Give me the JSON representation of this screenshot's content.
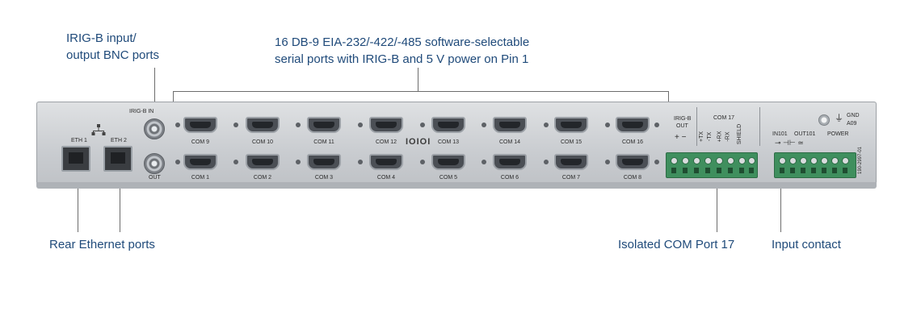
{
  "callouts": {
    "irig": [
      "IRIG-B input/",
      "output BNC ports"
    ],
    "serial": [
      "16 DB-9 EIA-232/-422/-485 software-selectable",
      "serial ports with IRIG-B and 5 V power on Pin 1"
    ],
    "ethernet": "Rear Ethernet ports",
    "com17": "Isolated COM Port 17",
    "input_contact": "Input contact"
  },
  "panel": {
    "eth1": "ETH 1",
    "eth2": "ETH 2",
    "irig_in": "IRIG-B IN",
    "out": "OUT",
    "logo": "IOIOI",
    "irig_b_out": [
      "IRIG-B",
      "OUT"
    ],
    "plus_minus": "+ −",
    "com17_title": "COM 17",
    "com17_pins": [
      "+TX",
      "-TX",
      "+RX",
      "-RX",
      "SHIELD"
    ],
    "in101": "IN101",
    "out101": "OUT101",
    "power": "POWER",
    "gnd": "GND",
    "a09": "A09",
    "part_no": "190-2997-01",
    "top_row": [
      "COM 9",
      "COM 10",
      "COM 11",
      "COM 12",
      "COM 13",
      "COM 14",
      "COM 15",
      "COM 16"
    ],
    "bottom_row": [
      "COM 1",
      "COM 2",
      "COM 3",
      "COM 4",
      "COM 5",
      "COM 6",
      "COM 7",
      "COM 8"
    ]
  }
}
